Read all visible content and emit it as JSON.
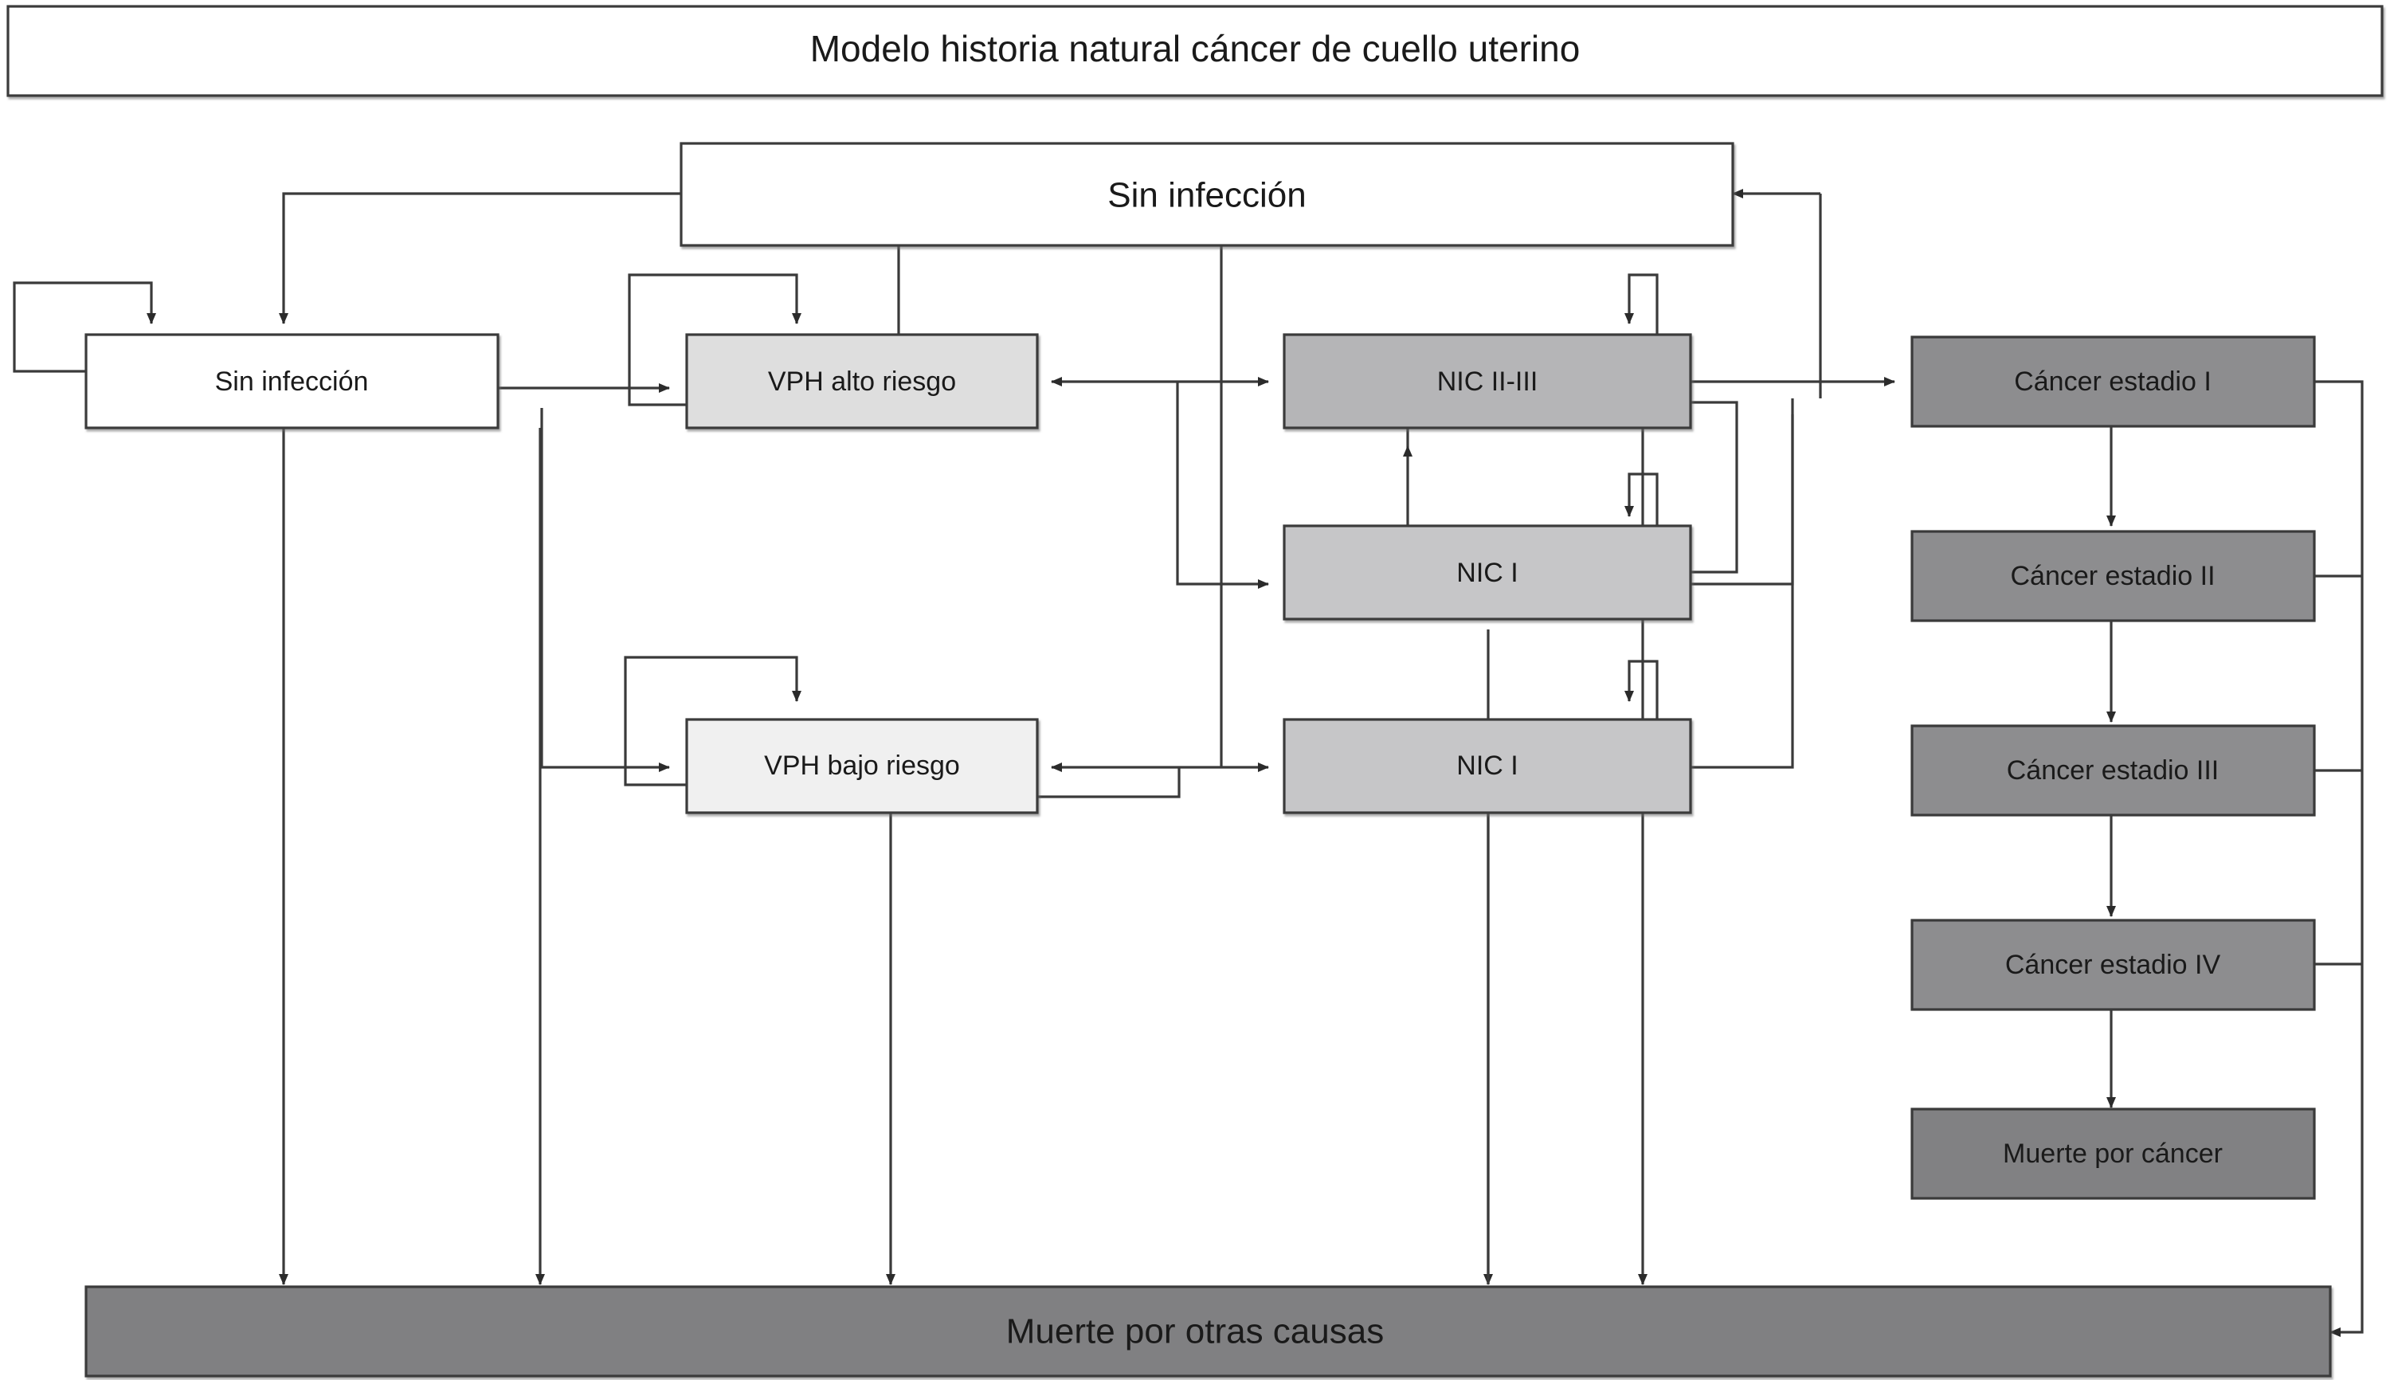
{
  "diagram": {
    "title": "Modelo historia natural cáncer de cuello uterino",
    "language": "es",
    "type": "state-transition-flowchart"
  },
  "header": {
    "title": "Modelo historia natural cáncer de cuello uterino"
  },
  "nodes": {
    "top_sin_infeccion": {
      "label": "Sin infección",
      "fill": "#ffffff"
    },
    "left_sin_infeccion": {
      "label": "Sin infección",
      "fill": "#ffffff"
    },
    "vph_alto": {
      "label": "VPH alto riesgo",
      "fill": "#dedede"
    },
    "vph_bajo": {
      "label": "VPH bajo riesgo",
      "fill": "#f0f0f0"
    },
    "nic_2_3": {
      "label": "NIC II-III",
      "fill": "#b5b5b7"
    },
    "nic_1_upper": {
      "label": "NIC I",
      "fill": "#c6c6c8"
    },
    "nic_1_lower": {
      "label": "NIC I",
      "fill": "#c6c6c8"
    },
    "cancer_1": {
      "label": "Cáncer estadio I",
      "fill": "#8d8d8f"
    },
    "cancer_2": {
      "label": "Cáncer estadio II",
      "fill": "#8d8d8f"
    },
    "cancer_3": {
      "label": "Cáncer estadio III",
      "fill": "#8d8d8f"
    },
    "cancer_4": {
      "label": "Cáncer estadio IV",
      "fill": "#8d8d8f"
    },
    "muerte_cancer": {
      "label": "Muerte por cáncer",
      "fill": "#818183"
    },
    "muerte_otras": {
      "label": "Muerte por otras causas",
      "fill": "#808082"
    }
  },
  "colors": {
    "stroke": "#3a3a3a",
    "text": "#1a1a1a",
    "background": "#ffffff",
    "fill_white": "#ffffff",
    "fill_light": "#f0f0f0",
    "fill_light2": "#dedede",
    "fill_mid": "#c6c6c8",
    "fill_mid2": "#b5b5b7",
    "fill_dark": "#8d8d8f",
    "fill_darker": "#808082"
  },
  "edges": [
    {
      "from": "left_sin_infeccion",
      "to": "left_sin_infeccion",
      "kind": "self-loop"
    },
    {
      "from": "top_sin_infeccion",
      "to": "left_sin_infeccion",
      "kind": "feedback"
    },
    {
      "from": "left_sin_infeccion",
      "to": "vph_alto",
      "kind": "transition"
    },
    {
      "from": "left_sin_infeccion",
      "to": "vph_bajo",
      "kind": "transition"
    },
    {
      "from": "left_sin_infeccion",
      "to": "muerte_otras",
      "kind": "death"
    },
    {
      "from": "vph_alto",
      "to": "vph_alto",
      "kind": "self-loop"
    },
    {
      "from": "vph_alto",
      "to": "top_sin_infeccion",
      "kind": "clearance"
    },
    {
      "from": "vph_alto",
      "to": "nic_2_3",
      "kind": "progression"
    },
    {
      "from": "nic_2_3",
      "to": "vph_alto",
      "kind": "regression"
    },
    {
      "from": "vph_alto",
      "to": "nic_1_upper",
      "kind": "progression"
    },
    {
      "from": "vph_alto",
      "to": "muerte_otras",
      "kind": "death"
    },
    {
      "from": "vph_bajo",
      "to": "vph_bajo",
      "kind": "self-loop"
    },
    {
      "from": "vph_bajo",
      "to": "nic_1_lower",
      "kind": "progression"
    },
    {
      "from": "nic_1_lower",
      "to": "vph_bajo",
      "kind": "regression"
    },
    {
      "from": "vph_bajo",
      "to": "muerte_otras",
      "kind": "death"
    },
    {
      "from": "nic_2_3",
      "to": "nic_2_3",
      "kind": "self-loop"
    },
    {
      "from": "nic_2_3",
      "to": "top_sin_infeccion",
      "kind": "regression"
    },
    {
      "from": "nic_2_3",
      "to": "nic_1_upper",
      "kind": "regression"
    },
    {
      "from": "nic_1_upper",
      "to": "nic_2_3",
      "kind": "progression"
    },
    {
      "from": "nic_2_3",
      "to": "cancer_1",
      "kind": "progression"
    },
    {
      "from": "nic_2_3",
      "to": "muerte_otras",
      "kind": "death"
    },
    {
      "from": "nic_1_upper",
      "to": "nic_1_upper",
      "kind": "self-loop"
    },
    {
      "from": "nic_1_lower",
      "to": "nic_1_lower",
      "kind": "self-loop"
    },
    {
      "from": "nic_1_lower",
      "to": "muerte_otras",
      "kind": "death"
    },
    {
      "from": "cancer_1",
      "to": "cancer_2",
      "kind": "progression"
    },
    {
      "from": "cancer_2",
      "to": "cancer_3",
      "kind": "progression"
    },
    {
      "from": "cancer_3",
      "to": "cancer_4",
      "kind": "progression"
    },
    {
      "from": "cancer_4",
      "to": "muerte_cancer",
      "kind": "progression"
    },
    {
      "from": "cancer_1",
      "to": "muerte_otras",
      "kind": "death"
    },
    {
      "from": "cancer_2",
      "to": "muerte_otras",
      "kind": "death"
    },
    {
      "from": "cancer_3",
      "to": "muerte_otras",
      "kind": "death"
    },
    {
      "from": "cancer_4",
      "to": "muerte_otras",
      "kind": "death"
    }
  ]
}
